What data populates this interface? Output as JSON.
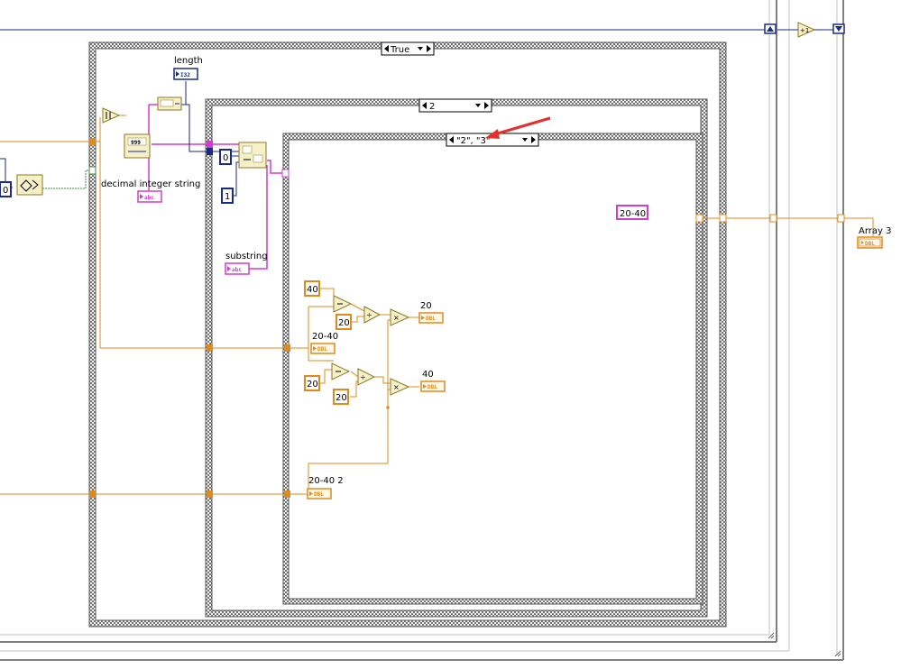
{
  "case_structures": {
    "outer": {
      "selector": "True"
    },
    "middle": {
      "selector": "2"
    },
    "inner": {
      "selector": "\"2\", \"3\""
    }
  },
  "labels": {
    "length": "length",
    "decimal_integer_string": "decimal integer string",
    "substring": "substring",
    "array_3": "Array 3",
    "ind_20_40": "20-40",
    "ind_20_40_2": "20-40 2",
    "ind_20": "20",
    "ind_40": "40",
    "string_const_20_40": "20-40"
  },
  "constants": {
    "zero_left": "0",
    "zero_search": "0",
    "one_search": "1",
    "c40": "40",
    "c20_a": "20",
    "c20_b": "20",
    "c20_c": "20"
  },
  "terminal_tags": {
    "i32": "I32",
    "abc": "abc",
    "dbl": "DBL"
  },
  "colors": {
    "numeric_wire": "#e08a1e",
    "string_wire": "#d43cd0",
    "integer_wire": "#1a2a8a",
    "boolean_wire": "#3c8a3c",
    "structure_gray": "#808080",
    "arrow_red": "#e03030"
  },
  "icons": {
    "increment": "increment-icon",
    "subtract": "subtract-icon",
    "divide": "divide-icon",
    "multiply": "multiply-icon",
    "scan_number": "decimal-string-to-number-icon",
    "string_length": "string-length-icon",
    "search_split": "search-split-string-icon",
    "select": "select-icon",
    "annotation_arrow": "red-arrow-icon"
  }
}
